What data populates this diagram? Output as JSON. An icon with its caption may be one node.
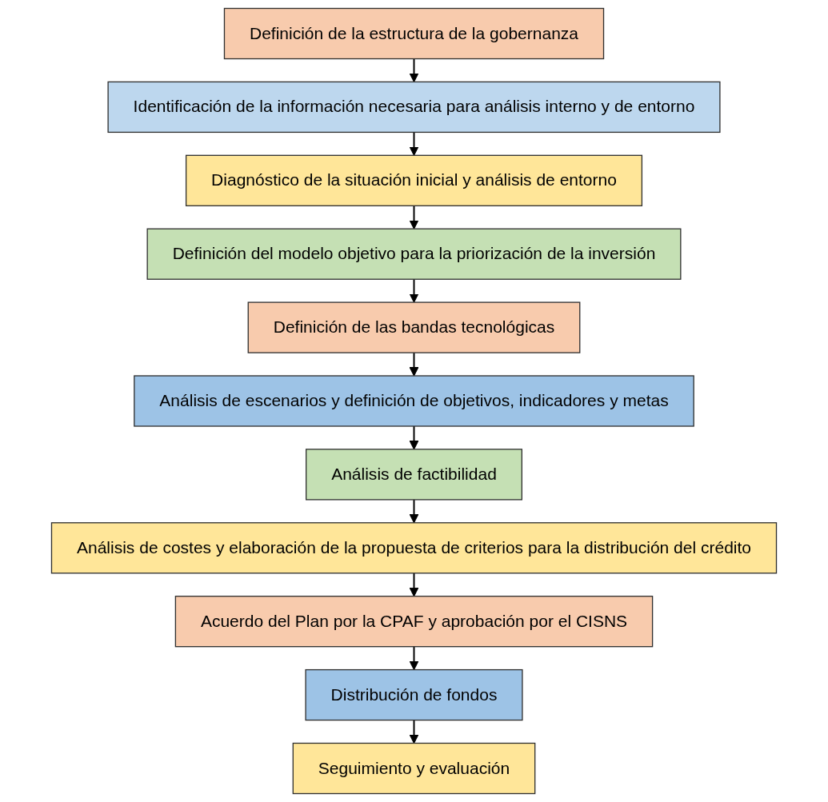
{
  "diagram": {
    "nodes": [
      {
        "text": [
          "Definición de la estructura de la gobernanza"
        ]
      },
      {
        "text": [
          "Identificación de la información necesaria para análisis interno y de entorno"
        ]
      },
      {
        "text": [
          "Diagnóstico de la situación inicial y análisis de entorno"
        ]
      },
      {
        "text": [
          "Definición del modelo objetivo para la priorización de la inversión"
        ]
      },
      {
        "text": [
          "Definición de las bandas tecnológicas"
        ]
      },
      {
        "text": [
          "Análisis de escenarios y definición de objetivos, indicadores y metas"
        ]
      },
      {
        "text": [
          "Análisis de factibilidad"
        ]
      },
      {
        "text": [
          "Análisis de costes y elaboración de la propuesta de criterios para la distribución del crédito"
        ]
      },
      {
        "text": [
          "Acuerdo del Plan por la CPAF y aprobación por el CISNS"
        ]
      },
      {
        "text": [
          "Distribución de fondos"
        ]
      },
      {
        "text": [
          "Seguimiento y evaluación"
        ]
      }
    ],
    "edges": [
      {
        "from": 0,
        "to": 1,
        "arrow": "to"
      },
      {
        "from": 1,
        "to": 2,
        "arrow": "to"
      },
      {
        "from": 2,
        "to": 3,
        "arrow": "to"
      },
      {
        "from": 3,
        "to": 4,
        "arrow": "to"
      },
      {
        "from": 4,
        "to": 5,
        "arrow": "to"
      },
      {
        "from": 5,
        "to": 6,
        "arrow": "to"
      },
      {
        "from": 6,
        "to": 7,
        "arrow": "to"
      },
      {
        "from": 7,
        "to": 8,
        "arrow": "to"
      },
      {
        "from": 8,
        "to": 9,
        "arrow": "to"
      },
      {
        "from": 9,
        "to": 10,
        "arrow": "to"
      }
    ]
  }
}
